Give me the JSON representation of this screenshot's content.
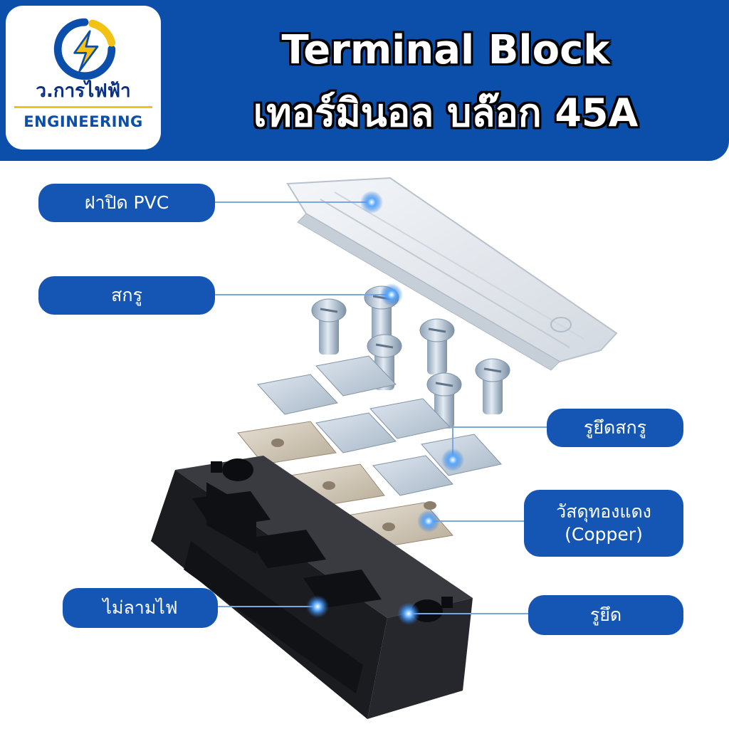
{
  "logo": {
    "thai_name": "ว.การไฟฟ้า",
    "english_name": "ENGINEERING",
    "mark_icon": "lightning-circle-icon"
  },
  "header": {
    "title_line1": "Terminal Block",
    "title_line2": "เทอร์มินอล บล๊อก 45A"
  },
  "callouts": {
    "pvc_cover": "ฝาปิด PVC",
    "screw": "สกรู",
    "screw_hole": "รูยึดสกรู",
    "copper_line1": "วัสดุทองแดง",
    "copper_line2": "(Copper)",
    "flame_retardant": "ไม่ลามไฟ",
    "mount_hole": "รูยึด"
  },
  "colors": {
    "brand_blue": "#0b4faa",
    "pill_blue": "#1556b4",
    "logo_navy": "#0a2f86",
    "logo_yellow": "#f2c315"
  }
}
